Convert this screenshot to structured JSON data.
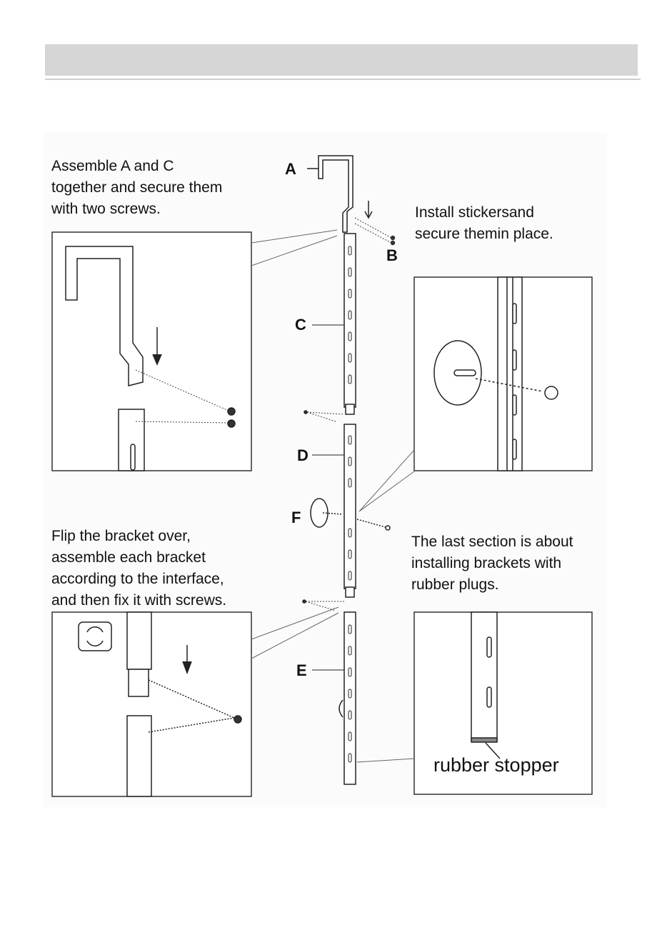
{
  "captions": {
    "step_ac": "Assemble A and C\ntogether and secure them\nwith two screws.",
    "step_stickers": "Install stickersand\nsecure themin place.",
    "step_flip": "Flip the bracket over,\nassemble each bracket\naccording to the interface,\nand then fix it with screws.",
    "step_last": "The last section is about\ninstalling brackets with\nrubber plugs."
  },
  "part_labels": {
    "a": "A",
    "b": "B",
    "c": "C",
    "d": "D",
    "e": "E",
    "f": "F"
  },
  "callout": {
    "rubber_stopper": "rubber stopper"
  }
}
